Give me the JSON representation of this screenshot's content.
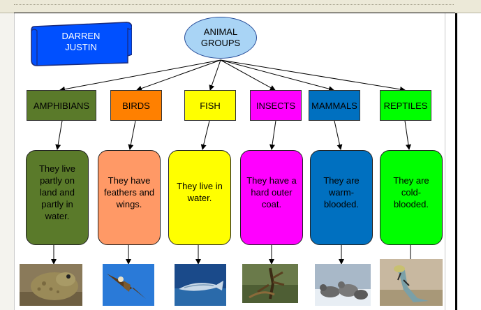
{
  "title_scroll": {
    "line1": "DARREN",
    "line2": "JUSTIN"
  },
  "root": {
    "line1": "ANIMAL",
    "line2": "GROUPS"
  },
  "groups": [
    {
      "name": "AMPHIBIANS",
      "desc": "They live partly on land and partly in water.",
      "color": "#5a7a2a"
    },
    {
      "name": "BIRDS",
      "desc": "They have feathers and wings.",
      "color": "#ff8000"
    },
    {
      "name": "FISH",
      "desc": "They live in water.",
      "color": "#ffff00"
    },
    {
      "name": "INSECTS",
      "desc": "They have a hard outer coat.",
      "color": "#ff00ff"
    },
    {
      "name": "MAMMALS",
      "desc": "They are warm-blooded.",
      "color": "#0070c0"
    },
    {
      "name": "REPTILES",
      "desc": "They are cold-blooded.",
      "color": "#00ff00"
    }
  ],
  "colors": {
    "scroll_blue": "#0050ff",
    "root_fill": "#a9d4f5",
    "desc_fills": [
      "#5a7a2a",
      "#ff9966",
      "#ffff00",
      "#ff00ff",
      "#0070c0",
      "#00ff00"
    ]
  }
}
